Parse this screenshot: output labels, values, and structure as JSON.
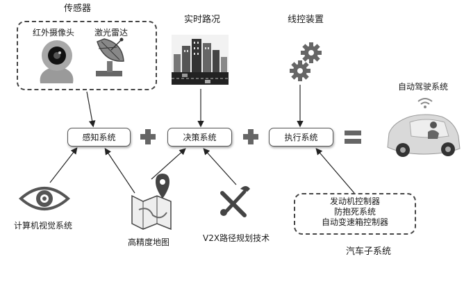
{
  "sensors": {
    "title": "传感器",
    "camera_label": "红外摄像头",
    "lidar_label": "激光雷达"
  },
  "traffic": {
    "title": "实时路况"
  },
  "drive_by_wire": {
    "title": "线控装置"
  },
  "autonomous": {
    "title": "自动驾驶系统"
  },
  "systems": {
    "perception": "感知系统",
    "decision": "决策系统",
    "execution": "执行系统"
  },
  "inputs": {
    "vision": "计算机视觉系统",
    "hd_map": "高精度地图",
    "v2x": "V2X路径规划技术"
  },
  "subsystems": {
    "items": [
      "发动机控制器",
      "防抱死系统",
      "自动变速箱控制器"
    ],
    "title": "汽车子系统"
  },
  "colors": {
    "icon_fill": "#555555",
    "box_border": "#555555",
    "arrow": "#222222",
    "operator": "#666666"
  }
}
